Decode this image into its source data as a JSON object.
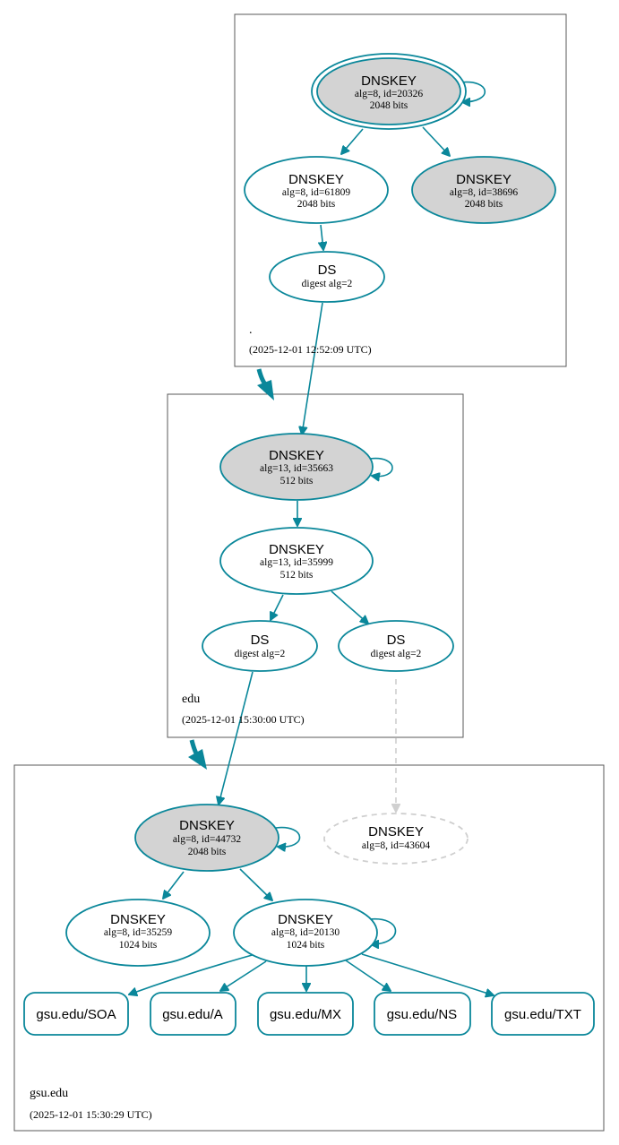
{
  "colors": {
    "accent": "#0a879a",
    "sep_fill": "#d3d3d3",
    "missing_stroke": "#cfcfcf"
  },
  "zones": {
    "root": {
      "name": ".",
      "timestamp": "(2025-12-01 12:52:09 UTC)"
    },
    "edu": {
      "name": "edu",
      "timestamp": "(2025-12-01 15:30:00 UTC)"
    },
    "gsu": {
      "name": "gsu.edu",
      "timestamp": "(2025-12-01 15:30:29 UTC)"
    }
  },
  "nodes": {
    "root_ksk": {
      "title": "DNSKEY",
      "line1": "alg=8, id=20326",
      "line2": "2048 bits"
    },
    "root_zsk1": {
      "title": "DNSKEY",
      "line1": "alg=8, id=61809",
      "line2": "2048 bits"
    },
    "root_zsk2": {
      "title": "DNSKEY",
      "line1": "alg=8, id=38696",
      "line2": "2048 bits"
    },
    "root_ds": {
      "title": "DS",
      "line1": "digest alg=2"
    },
    "edu_ksk": {
      "title": "DNSKEY",
      "line1": "alg=13, id=35663",
      "line2": "512 bits"
    },
    "edu_zsk": {
      "title": "DNSKEY",
      "line1": "alg=13, id=35999",
      "line2": "512 bits"
    },
    "edu_ds1": {
      "title": "DS",
      "line1": "digest alg=2"
    },
    "edu_ds2": {
      "title": "DS",
      "line1": "digest alg=2"
    },
    "gsu_ksk": {
      "title": "DNSKEY",
      "line1": "alg=8, id=44732",
      "line2": "2048 bits"
    },
    "gsu_missing": {
      "title": "DNSKEY",
      "line1": "alg=8, id=43604"
    },
    "gsu_zsk1": {
      "title": "DNSKEY",
      "line1": "alg=8, id=35259",
      "line2": "1024 bits"
    },
    "gsu_zsk2": {
      "title": "DNSKEY",
      "line1": "alg=8, id=20130",
      "line2": "1024 bits"
    }
  },
  "rrsets": [
    "gsu.edu/SOA",
    "gsu.edu/A",
    "gsu.edu/MX",
    "gsu.edu/NS",
    "gsu.edu/TXT"
  ]
}
